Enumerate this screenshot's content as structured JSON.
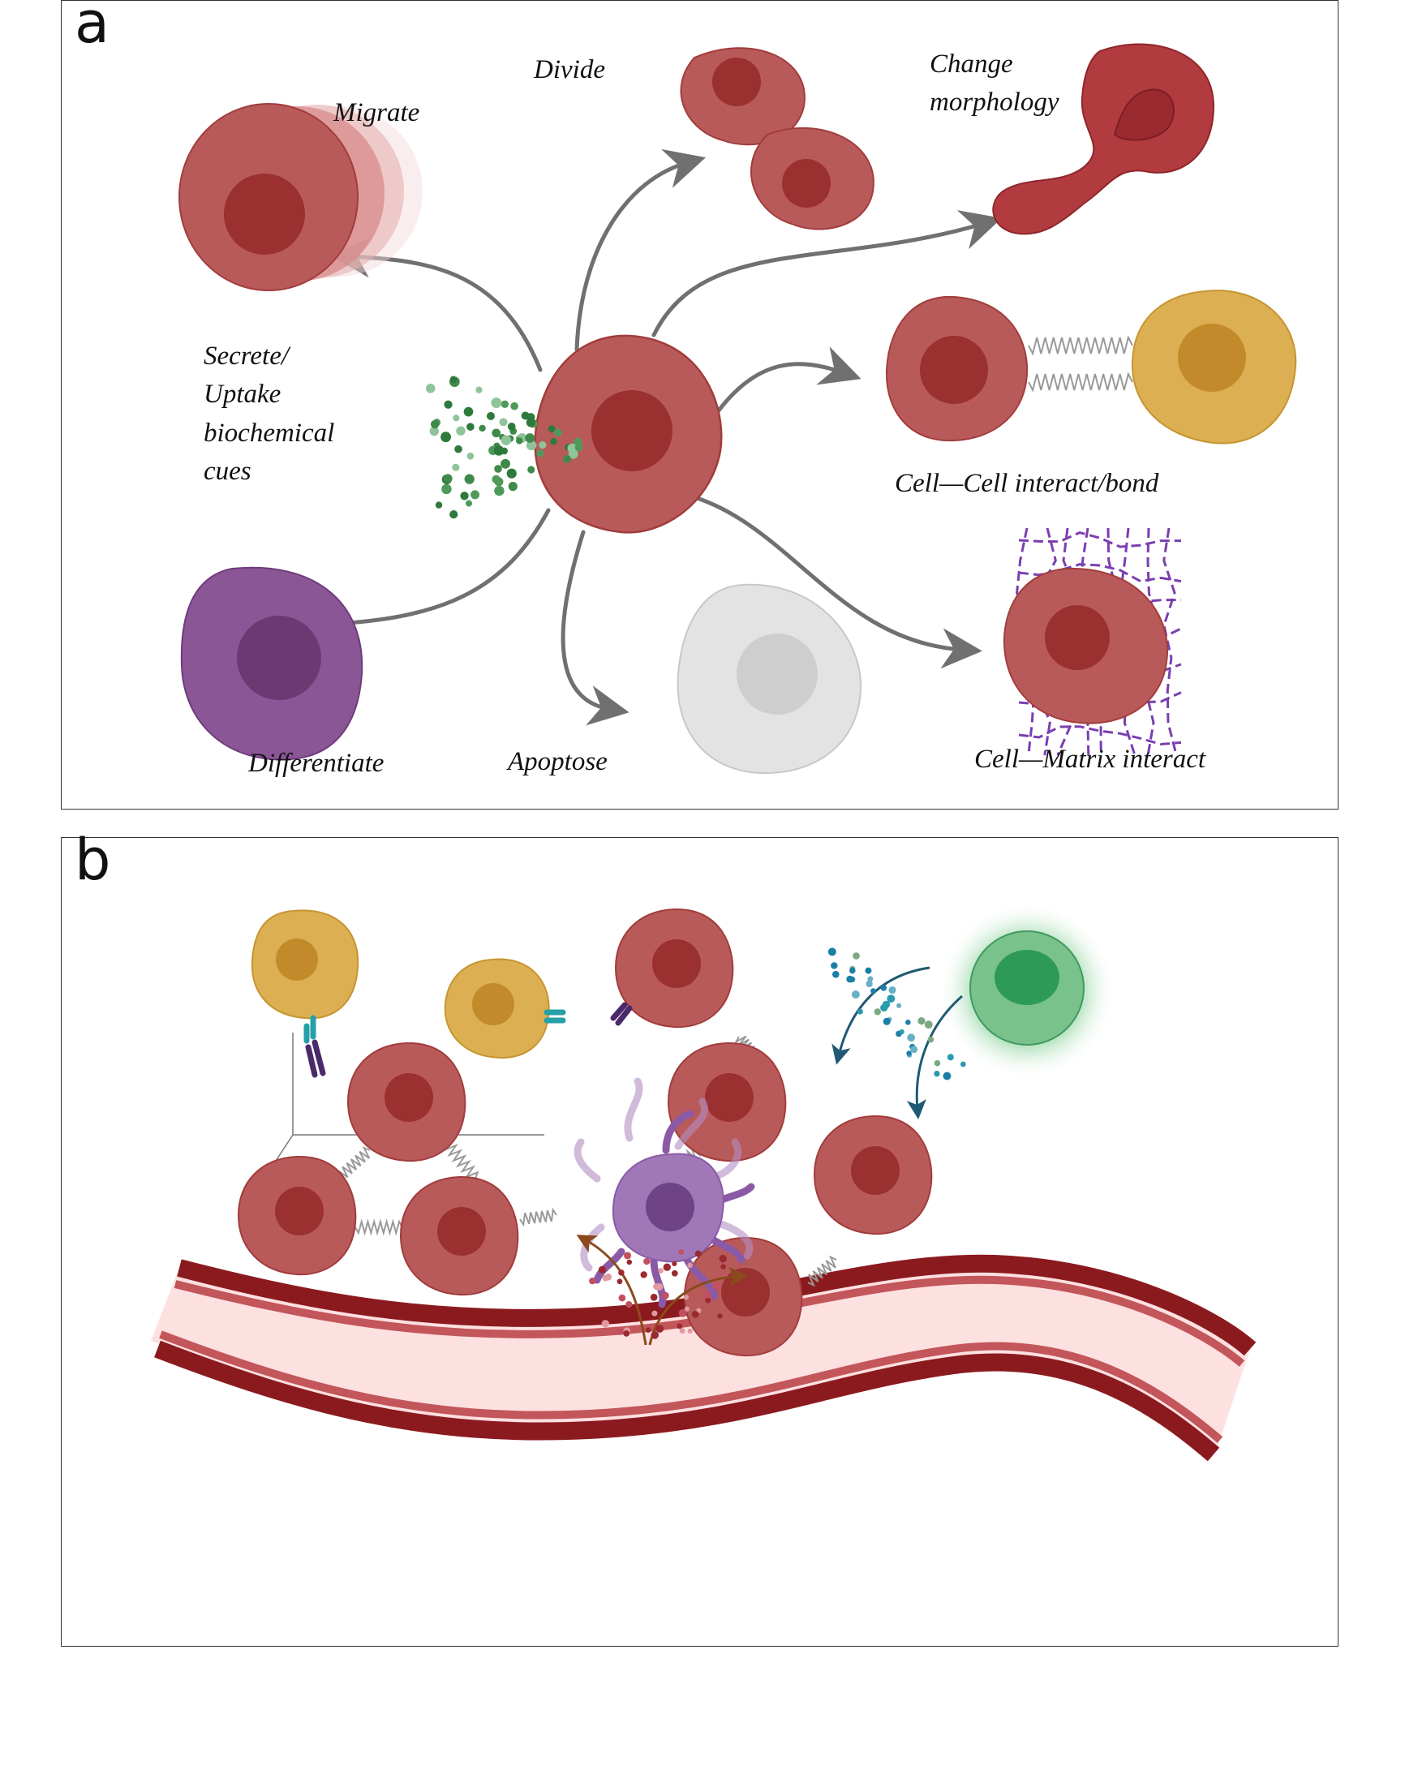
{
  "panel_a": {
    "letter": "a",
    "labels": {
      "migrate": "Migrate",
      "divide": "Divide",
      "change_1": "Change",
      "change_2": "morphology",
      "secrete_1": "Secrete/",
      "secrete_2": "Uptake",
      "secrete_3": "biochemical",
      "secrete_4": "cues",
      "cell_cell": "Cell—Cell interact/bond",
      "differentiate": "Differentiate",
      "apoptose": "Apoptose",
      "cell_matrix": "Cell—Matrix interact"
    }
  },
  "panel_b": {
    "letter": "b"
  },
  "colors": {
    "cell": "#b95a5a",
    "cell_stroke": "#a23c3c",
    "nucleus": "#9a3030",
    "yellow_cell": "#dcaf52",
    "yellow_nucleus": "#c38a2c",
    "purple_cell": "#8a5696",
    "purple_nucleus": "#6b3a72",
    "apoptotic_cell": "#e3e3e3",
    "apoptotic_nucleus": "#cecece",
    "arrow": "#707070",
    "matrix": "#7a3fb0",
    "cue_dot": "#3f8a4a",
    "green_cell": "#2e9a58",
    "vessel_dark": "#8b1a1f",
    "vessel_mid": "#c2565a",
    "vessel_lumen": "#fde0e0"
  }
}
